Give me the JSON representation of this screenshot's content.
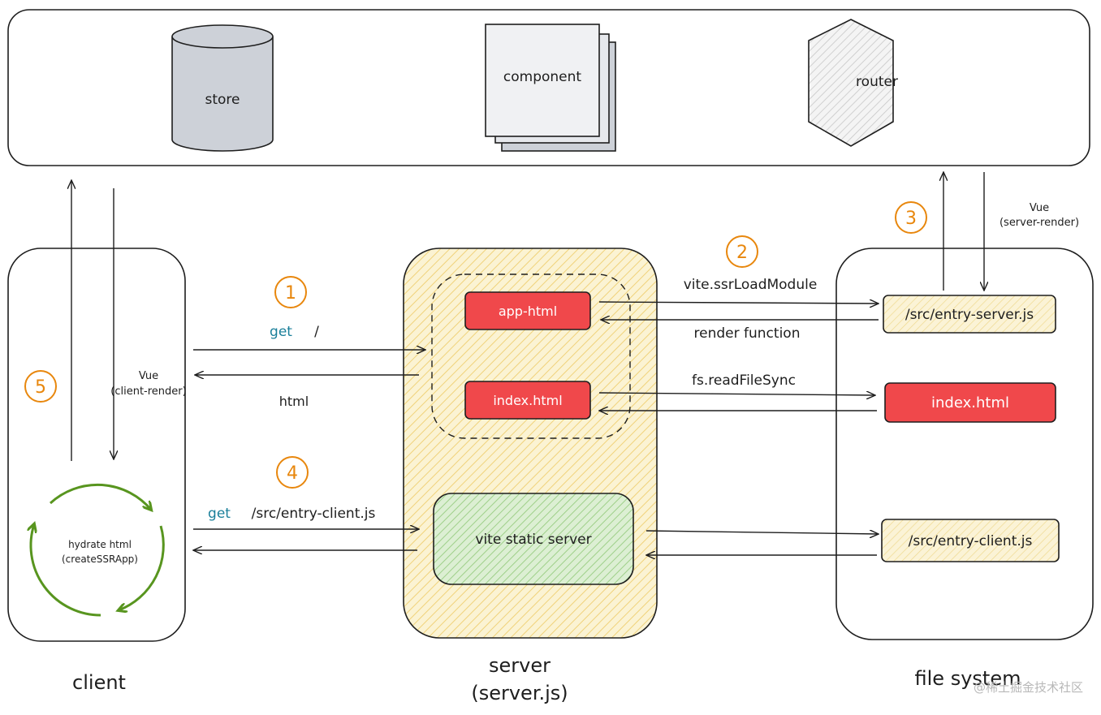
{
  "top": {
    "store": "store",
    "component": "component",
    "router": "router"
  },
  "client": {
    "title": "client",
    "vue_label": "Vue",
    "vue_sub": "(client-render)",
    "hydrate_line1": "hydrate html",
    "hydrate_line2": "(createSSRApp)"
  },
  "server": {
    "title": "server",
    "subtitle": "(server.js)",
    "app_html": "app-html",
    "index_html": "index.html",
    "static_server": "vite static server"
  },
  "fs": {
    "title": "file system",
    "entry_server": "/src/entry-server.js",
    "index_html": "index.html",
    "entry_client": "/src/entry-client.js",
    "vue_label": "Vue",
    "vue_sub": "(server-render)"
  },
  "arrows": {
    "get1_method": "get",
    "get1_path": "/",
    "html": "html",
    "ssr_load": "vite.ssrLoadModule",
    "render_fn": "render function",
    "read_file": "fs.readFileSync",
    "get2_method": "get",
    "get2_path": "/src/entry-client.js"
  },
  "steps": [
    "1",
    "2",
    "3",
    "4",
    "5"
  ],
  "watermark": "@稀土掘金技术社区",
  "colors": {
    "red": "#f0484b",
    "orange": "#e8870d",
    "yellow": "#f7ecbd",
    "green": "#cfe8c4",
    "gray": "#cdd1d8",
    "green_cycle": "#58951f",
    "blue": "#1a7f9a"
  }
}
